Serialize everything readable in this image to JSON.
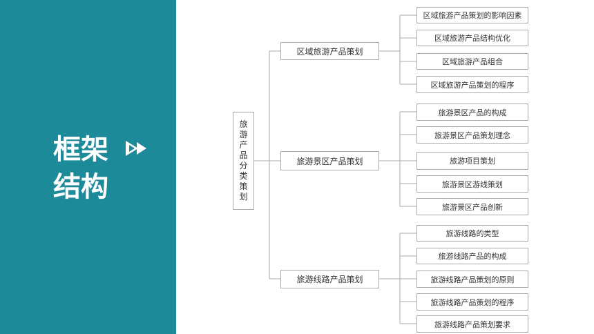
{
  "sidebar": {
    "title_line1": "框架",
    "title_line2": "结构",
    "icon": "double-play-arrow-icon",
    "bg_color": "#1d8a9a"
  },
  "diagram": {
    "root": {
      "label": "旅游产品分类策划"
    },
    "branches": [
      {
        "label": "区域旅游产品策划",
        "children": [
          "区域旅游产品策划的影响因素",
          "区域旅游产品结构优化",
          "区域旅游产品组合",
          "区域旅游产品策划的程序"
        ]
      },
      {
        "label": "旅游景区产品策划",
        "children": [
          "旅游景区产品的构成",
          "旅游景区产品策划理念",
          "旅游项目策划",
          "旅游景区游线策划",
          "旅游景区产品创新"
        ]
      },
      {
        "label": "旅游线路产品策划",
        "children": [
          "旅游线路的类型",
          "旅游线路产品的构成",
          "旅游线路产品策划的原则",
          "旅游线路产品策划的程序",
          "旅游线路产品策划要求"
        ]
      }
    ]
  }
}
